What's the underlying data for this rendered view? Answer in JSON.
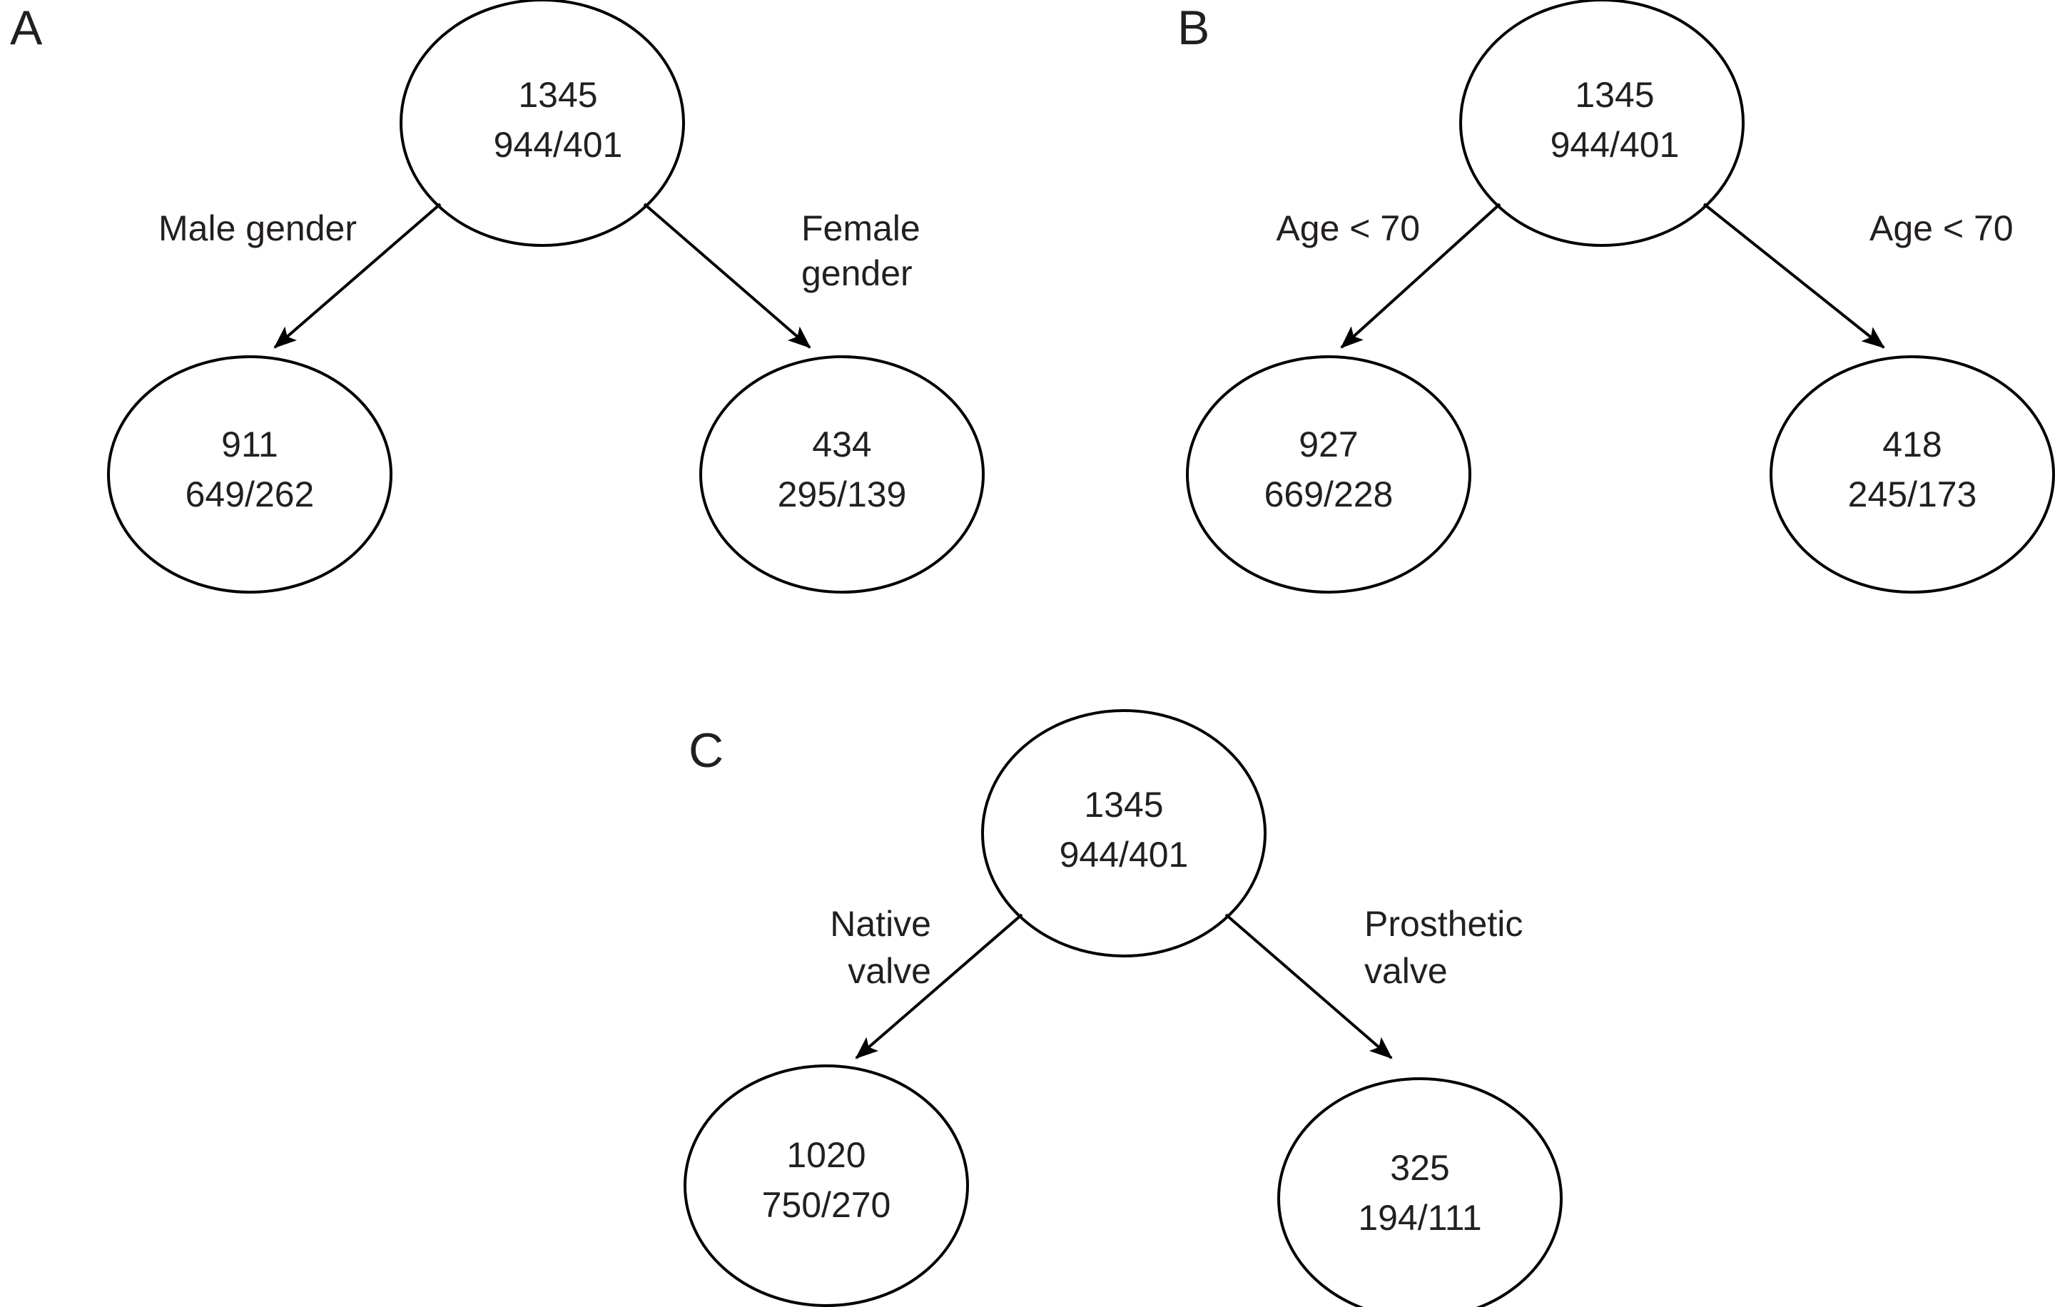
{
  "figure": {
    "background_color": "#ffffff",
    "stroke_color": "#000000",
    "text_color": "#231f20"
  },
  "panels": [
    {
      "letter": "A",
      "root": {
        "count": "1345",
        "split": "944/401"
      },
      "left_edge_label": "Male gender",
      "right_edge_label_line1": "Female",
      "right_edge_label_line2": "gender",
      "left_child": {
        "count": "911",
        "split": "649/262"
      },
      "right_child": {
        "count": "434",
        "split": "295/139"
      }
    },
    {
      "letter": "B",
      "root": {
        "count": "1345",
        "split": "944/401"
      },
      "left_edge_label": "Age < 70",
      "right_edge_label_line1": "Age < 70",
      "right_edge_label_line2": "",
      "left_child": {
        "count": "927",
        "split": "669/228"
      },
      "right_child": {
        "count": "418",
        "split": "245/173"
      }
    },
    {
      "letter": "C",
      "root": {
        "count": "1345",
        "split": "944/401"
      },
      "left_edge_label_line1": "Native",
      "left_edge_label_line2": "valve",
      "right_edge_label_line1": "Prosthetic",
      "right_edge_label_line2": "valve",
      "left_child": {
        "count": "1020",
        "split": "750/270"
      },
      "right_child": {
        "count": "325",
        "split": "194/111"
      }
    }
  ]
}
